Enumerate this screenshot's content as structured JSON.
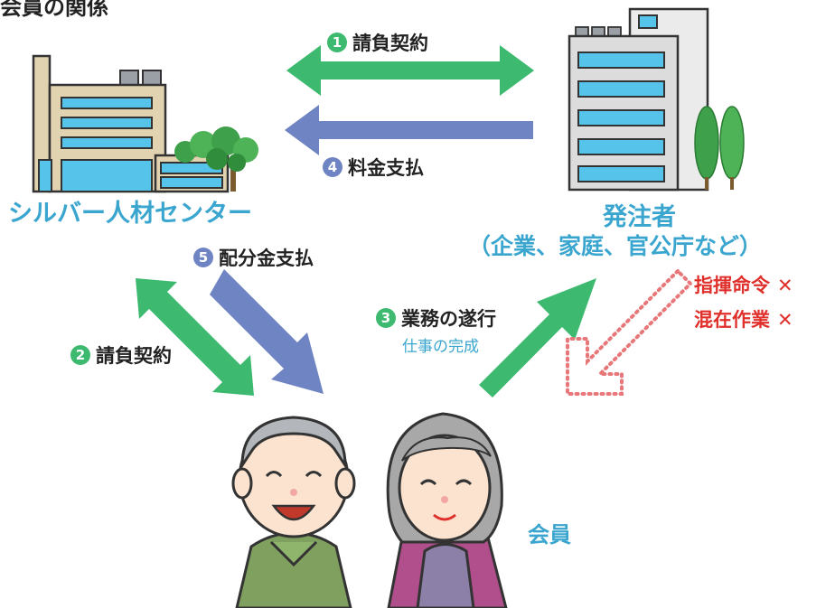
{
  "title": "会員の関係",
  "colors": {
    "green": "#3dba6f",
    "blue": "#6f84c2",
    "teal": "#3aa6cf",
    "red_dotted": "#e8777a",
    "red_text": "#e0302c",
    "dark_text": "#222222"
  },
  "parties": {
    "center": "シルバー人材センター",
    "client": "発注者",
    "client_detail": "（企業、家庭、官公庁など）",
    "members": "会員"
  },
  "flows": {
    "contract_top": {
      "number": "1",
      "label": "請負契約"
    },
    "payment_fee": {
      "number": "4",
      "label": "料金支払"
    },
    "distribution": {
      "number": "5",
      "label": "配分金支払"
    },
    "contract_member": {
      "number": "2",
      "label": "請負契約"
    },
    "execution": {
      "number": "3",
      "label": "業務の遂行",
      "sub": "仕事の完成"
    }
  },
  "prohibited": {
    "items": [
      "指揮命令",
      "混在作業"
    ],
    "mark": "✕"
  },
  "icons": [
    "building-icon",
    "office-tower-icon",
    "tree-icon",
    "elderly-man-icon",
    "elderly-woman-icon"
  ]
}
